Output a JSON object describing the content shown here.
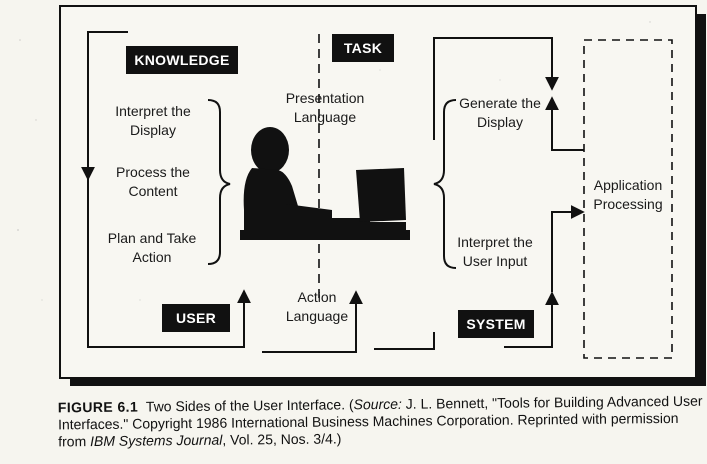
{
  "diagram": {
    "tags": {
      "knowledge": "KNOWLEDGE",
      "task": "TASK",
      "user": "USER",
      "system": "SYSTEM"
    },
    "left_steps": [
      "Interpret the Display",
      "Process the Content",
      "Plan and Take Action"
    ],
    "presentation_language": "Presentation Language",
    "action_language": "Action Language",
    "right_steps": {
      "generate_display": "Generate the Display",
      "interpret_input": "Interpret the User Input"
    },
    "application_processing": "Application Processing"
  },
  "caption": {
    "figure_label": "FIGURE 6.1",
    "title": "Two Sides of the User Interface. (",
    "source_label": "Source:",
    "source_text": " J. L. Bennett, \"Tools for Building Advanced User Interfaces.\" Copyright 1986 International Business Machines Corporation. Reprinted with permission from ",
    "journal": "IBM Systems Journal",
    "volume": ", Vol. 25, Nos. 3/4.)"
  }
}
